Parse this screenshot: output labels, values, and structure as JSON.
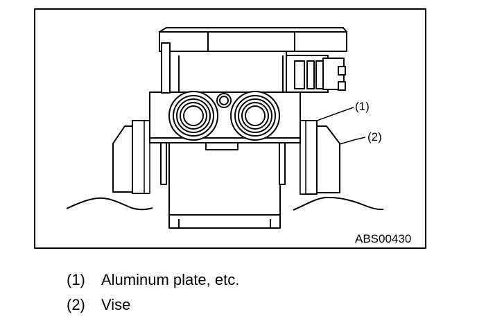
{
  "figure": {
    "code": "ABS00430",
    "callouts": [
      "(1)",
      "(2)"
    ]
  },
  "legend": [
    {
      "num": "(1)",
      "text": "Aluminum plate, etc."
    },
    {
      "num": "(2)",
      "text": "Vise"
    }
  ]
}
